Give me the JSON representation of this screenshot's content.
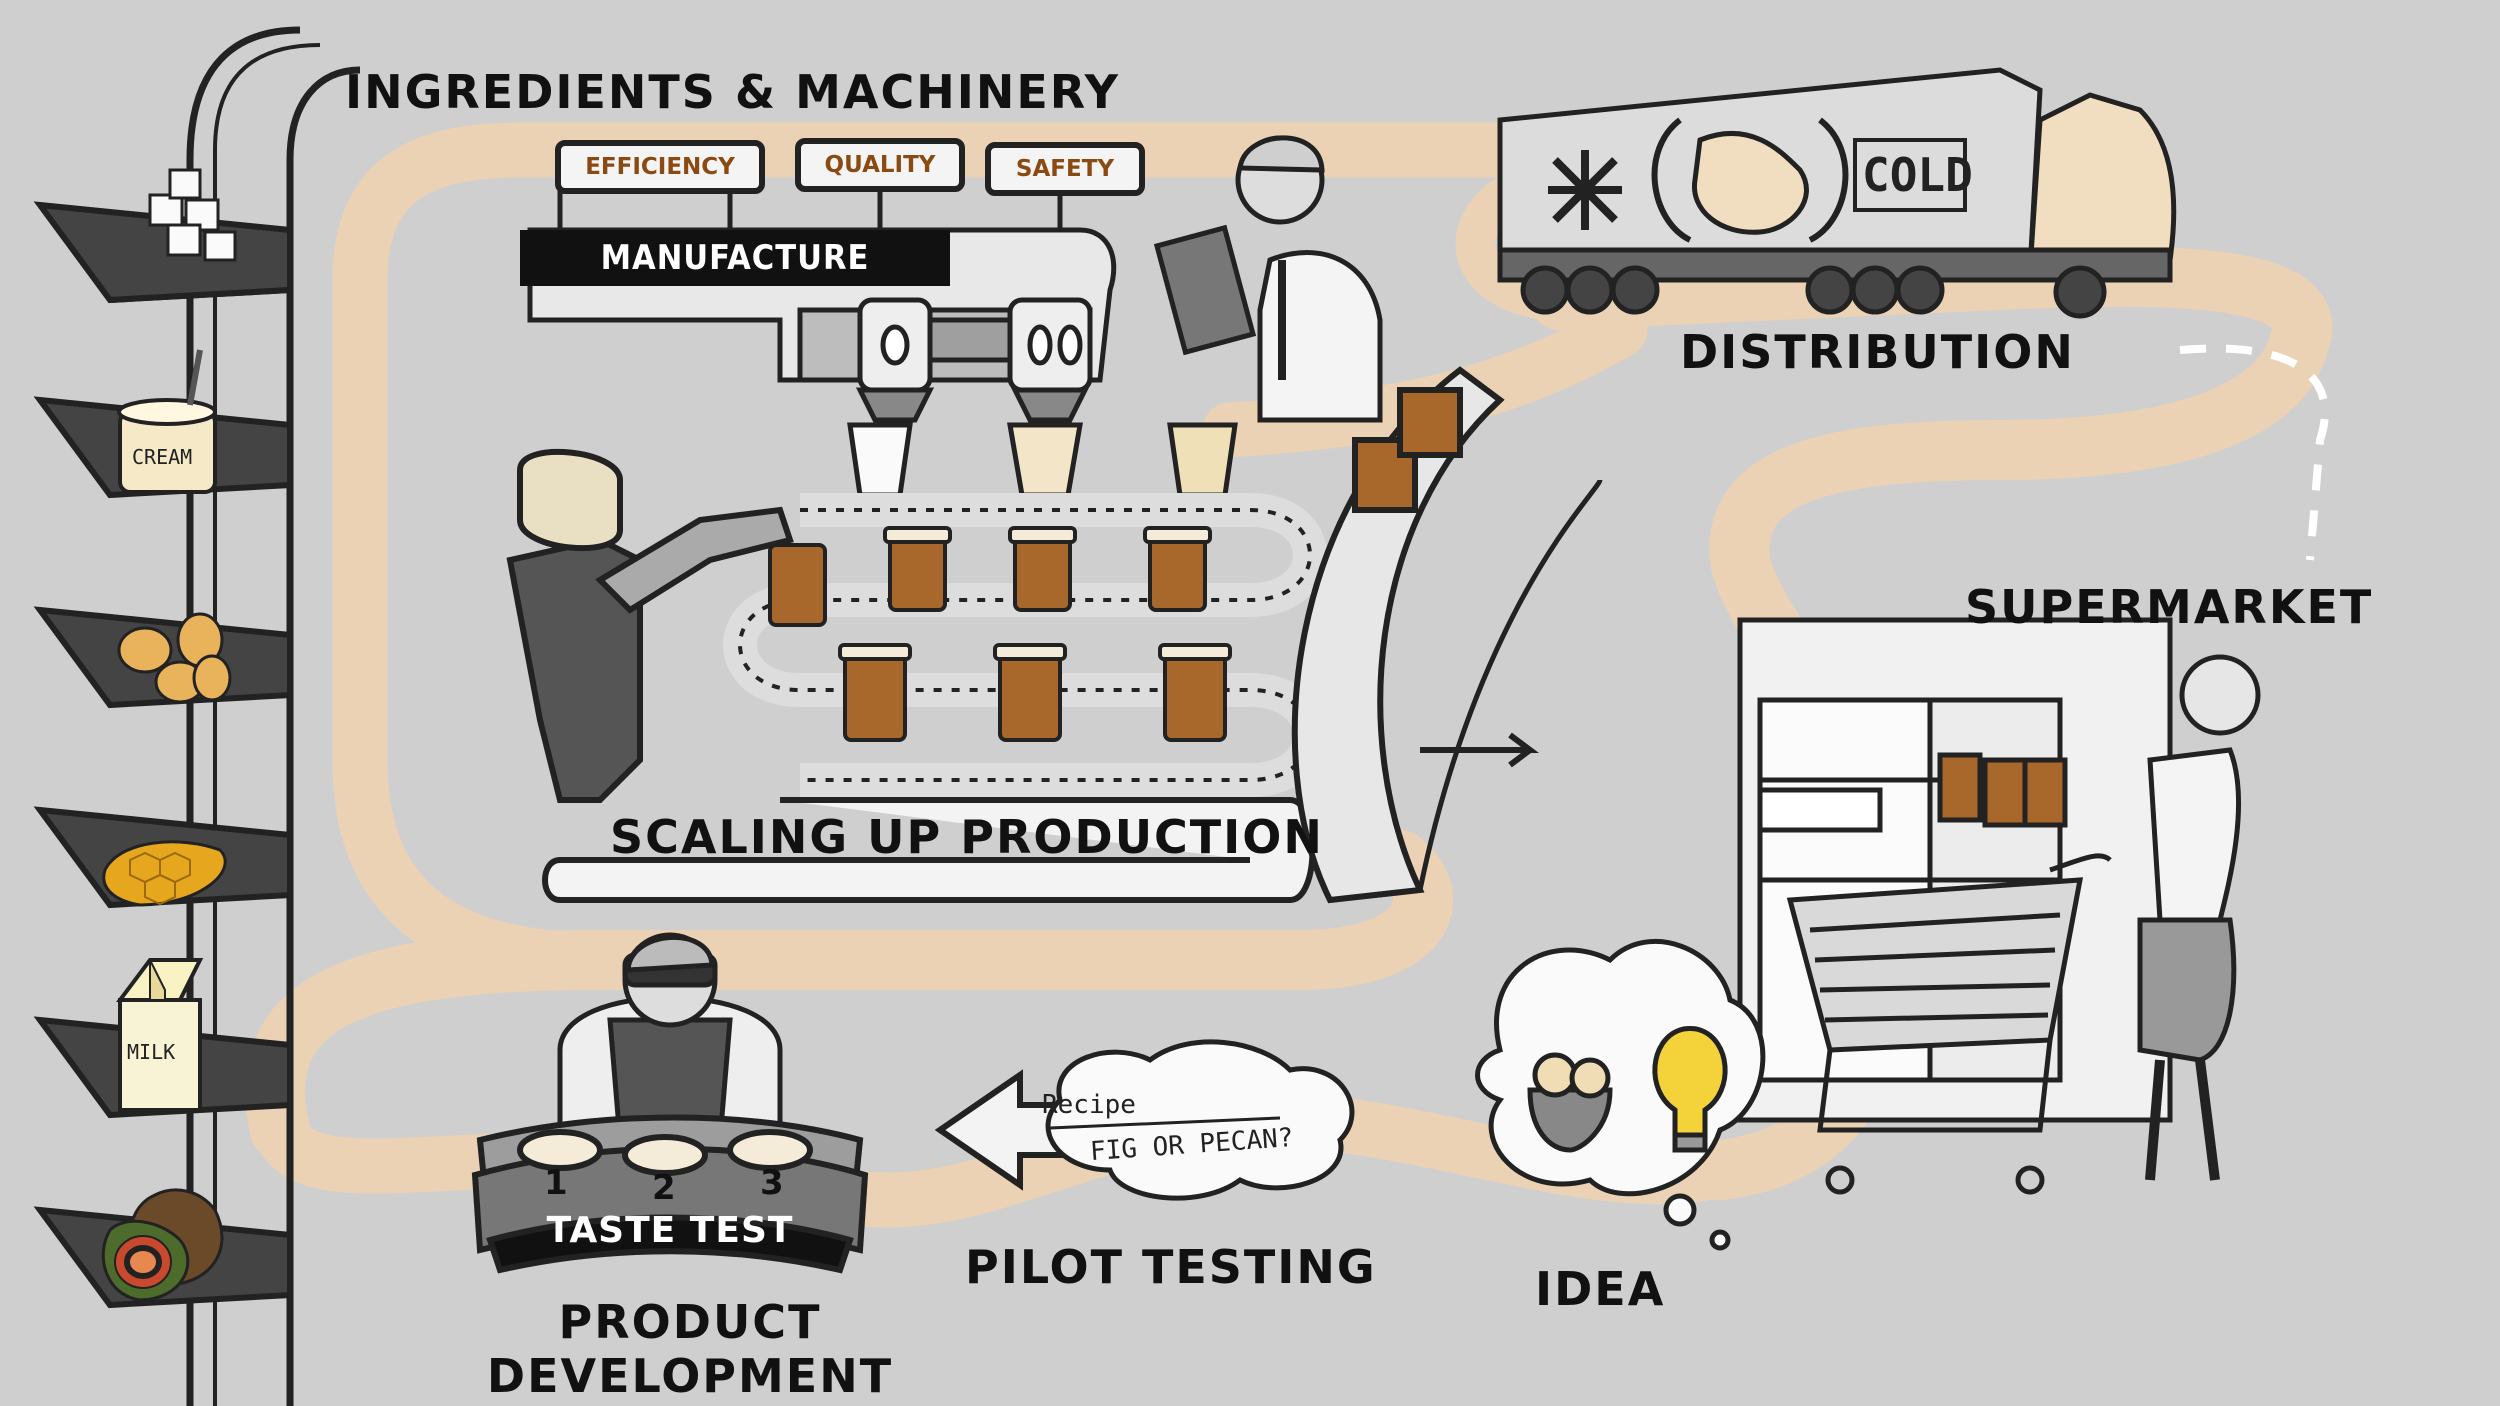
{
  "stages": {
    "ingredients": "INGREDIENTS & MACHINERY",
    "distribution": "DISTRIBUTION",
    "supermarket": "SUPERMARKET",
    "scaling": "SCALING UP PRODUCTION",
    "pilot": "PILOT TESTING",
    "idea": "IDEA",
    "product_line1": "PRODUCT",
    "product_line2": "DEVELOPMENT"
  },
  "machine": {
    "signs": [
      "EFFICIENCY",
      "QUALITY",
      "SAFETY"
    ],
    "manufacture_label": "MANUFACTURE"
  },
  "truck": {
    "cold_label": "COLD"
  },
  "shelf_labels": {
    "cream": "CREAM",
    "milk": "MILK"
  },
  "recipe": {
    "title": "Recipe",
    "question": "FIG OR PECAN?"
  },
  "taste_test": {
    "label": "TASTE TEST",
    "bowls": [
      "1",
      "2",
      "3"
    ]
  },
  "colors": {
    "background": "#cfcfcf",
    "path": "#ecd2b4",
    "accent": "#8a4a12",
    "ink": "#111111",
    "bulb": "#f3d23a"
  },
  "icons": [
    "snowflake-icon",
    "australia-map-icon",
    "lightbulb-icon",
    "conveyor-arrow-icon"
  ]
}
